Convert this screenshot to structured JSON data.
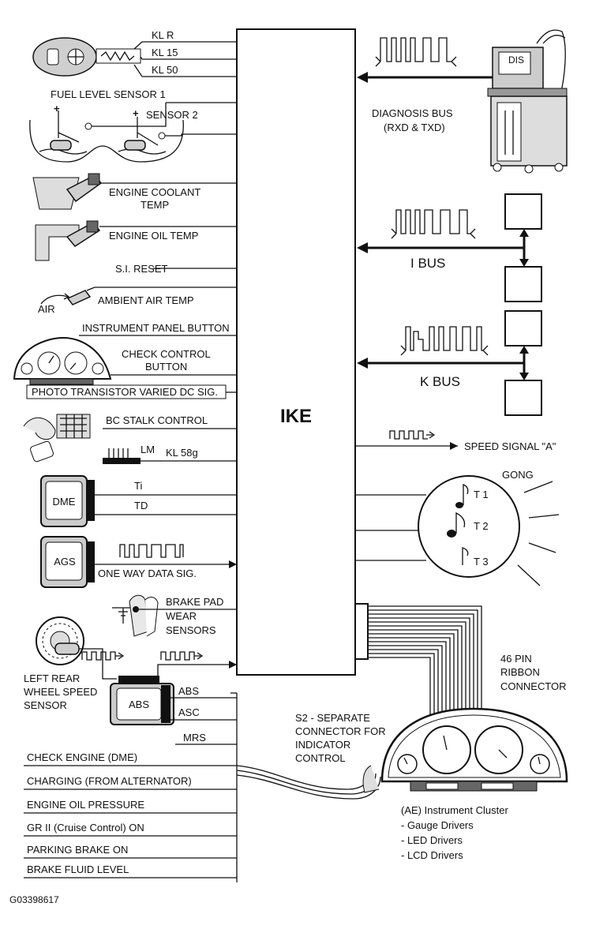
{
  "figure_id": "G03398617",
  "ike": {
    "label": "IKE"
  },
  "inputs": {
    "kl_r": "KL R",
    "kl_15": "KL 15",
    "kl_50": "KL 50",
    "fuel_sensor_1": "FUEL LEVEL SENSOR 1",
    "sensor_2": "SENSOR 2",
    "coolant_line1": "ENGINE COOLANT",
    "coolant_line2": "TEMP",
    "oil_temp": "ENGINE OIL TEMP",
    "si_reset": "S.I. RESET",
    "air": "AIR",
    "ambient": "AMBIENT AIR TEMP",
    "ip_button": "INSTRUMENT PANEL BUTTON",
    "cc_line1": "CHECK CONTROL",
    "cc_line2": "BUTTON",
    "photo": "PHOTO TRANSISTOR VARIED DC SIG.",
    "bc_stalk": "BC STALK CONTROL",
    "lm": "LM",
    "kl58g": "KL 58g",
    "dme": "DME",
    "ti": "Ti",
    "td": "TD",
    "ags": "AGS",
    "one_way": "ONE WAY DATA SIG.",
    "brake_l1": "BRAKE PAD",
    "brake_l2": "WEAR",
    "brake_l3": "SENSORS",
    "lrw_l1": "LEFT REAR",
    "lrw_l2": "WHEEL SPEED",
    "lrw_l3": "SENSOR",
    "abs_box": "ABS",
    "abs": "ABS",
    "asc": "ASC",
    "mrs": "MRS"
  },
  "indicator_lines": [
    "CHECK ENGINE  (DME)",
    "CHARGING (FROM ALTERNATOR)",
    "ENGINE OIL PRESSURE",
    "GR II (Cruise Control) ON",
    "PARKING BRAKE ON",
    "BRAKE FLUID LEVEL"
  ],
  "outputs": {
    "diag_l1": "DIAGNOSIS BUS",
    "diag_l2": "(RXD & TXD)",
    "dis": "DIS",
    "ibus": "I BUS",
    "kbus": "K BUS",
    "speed": "SPEED SIGNAL \"A\"",
    "gong": "GONG",
    "t1": "T 1",
    "t2": "T 2",
    "t3": "T 3",
    "ribbon_l1": "46 PIN",
    "ribbon_l2": "RIBBON",
    "ribbon_l3": "CONNECTOR",
    "s2_l1": "S2 - SEPARATE",
    "s2_l2": "CONNECTOR FOR",
    "s2_l3": "INDICATOR",
    "s2_l4": "CONTROL",
    "cluster_title": "(AE) Instrument Cluster",
    "cluster_items": [
      "- Gauge Drivers",
      "- LED Drivers",
      "- LCD Drivers"
    ]
  }
}
